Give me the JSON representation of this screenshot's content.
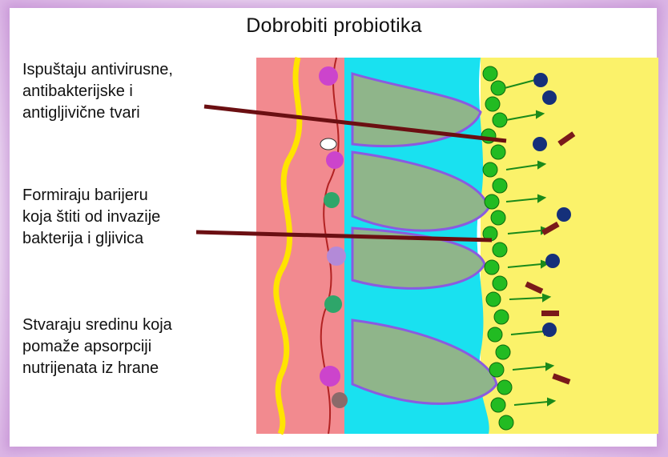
{
  "title": "Dobrobiti probiotika",
  "labels": [
    {
      "text": "Ispuštaju antivirusne,\nantibakterijske i\nantigljivične tvari"
    },
    {
      "text": "Formiraju barijeru\nkoja štiti od invazije\nbakterija i gljivica"
    },
    {
      "text": "Stvaraju sredinu koja\npomaže apsorpciji\nnutrijenata iz hrane"
    }
  ],
  "colors": {
    "lumen": "#fbf26a",
    "mucosa": "#f28a8f",
    "villus_fluid": "#19e1f0",
    "probiotic": "#22bb22",
    "pathogen": "#15307a",
    "toxin": "#7a1a1a",
    "pointer": "#6b0f12"
  }
}
